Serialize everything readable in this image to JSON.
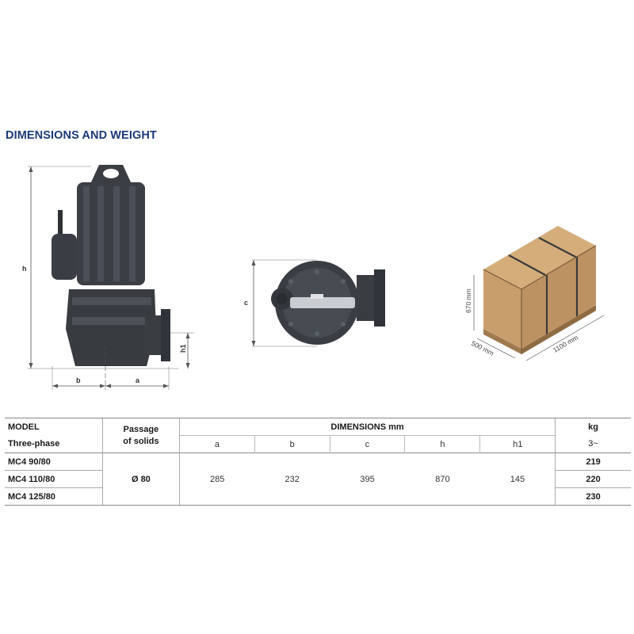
{
  "title": "DIMENSIONS AND WEIGHT",
  "pump_drawing": {
    "labels": {
      "h": "h",
      "h1": "h1",
      "a": "a",
      "b": "b"
    }
  },
  "top_view": {
    "labels": {
      "c": "c"
    }
  },
  "package": {
    "height": "670 mm",
    "depth": "500 mm",
    "width": "1100 mm"
  },
  "table": {
    "model_header": "MODEL",
    "model_sub": "Three-phase",
    "passage_header": "Passage\nof solids",
    "dimensions_header": "DIMENSIONS mm",
    "weight_header": "kg",
    "weight_sub": "3~",
    "dim_columns": [
      "a",
      "b",
      "c",
      "h",
      "h1"
    ],
    "passage_value": "Ø 80",
    "dim_values": [
      "285",
      "232",
      "395",
      "870",
      "145"
    ],
    "rows": [
      {
        "model": "MC4  90/80",
        "kg": "219"
      },
      {
        "model": "MC4  110/80",
        "kg": "220"
      },
      {
        "model": "MC4  125/80",
        "kg": "230"
      }
    ]
  }
}
